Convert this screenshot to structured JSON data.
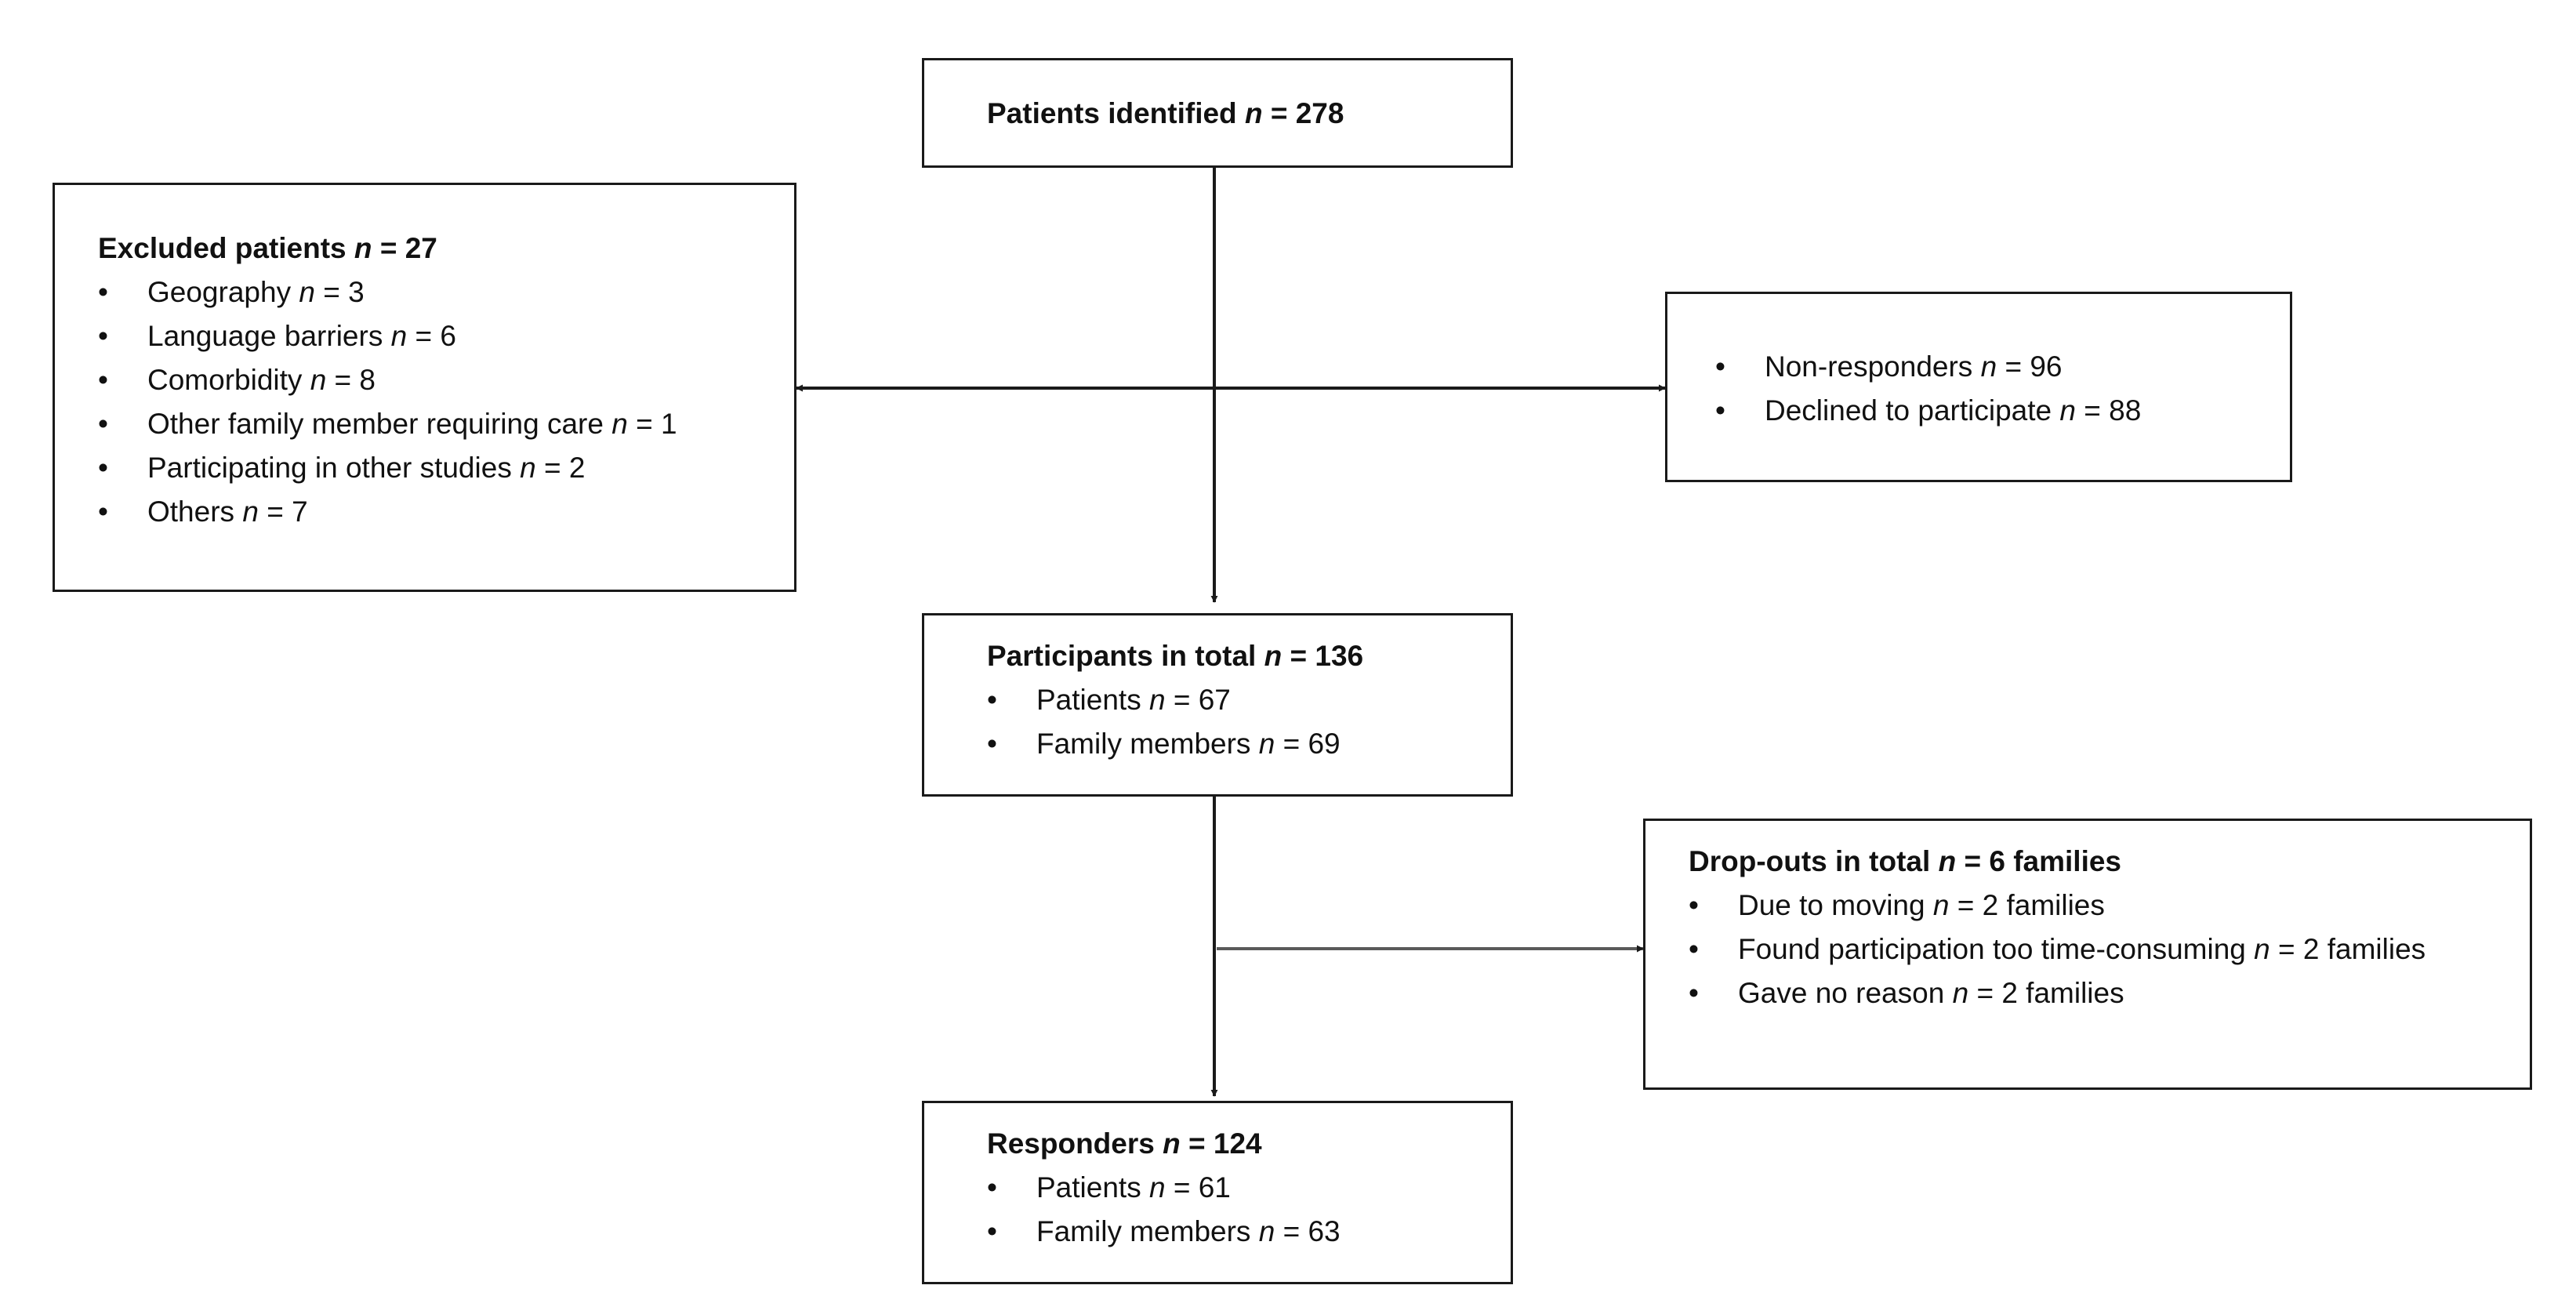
{
  "boxes": {
    "identified": {
      "label": "Patients identified",
      "n_label": "n",
      "value": "= 278"
    },
    "excluded": {
      "label": "Excluded  patients",
      "n_label": "n",
      "value": "= 27",
      "items": [
        {
          "label": "Geography",
          "n_label": "n",
          "value": "= 3"
        },
        {
          "label": "Language barriers",
          "n_label": "n",
          "value": "= 6"
        },
        {
          "label": "Comorbidity",
          "n_label": "n",
          "value": "= 8"
        },
        {
          "label": "Other family member requiring care",
          "n_label": "n",
          "value": "= 1"
        },
        {
          "label": "Participating in other studies",
          "n_label": "n",
          "value": "= 2"
        },
        {
          "label": "Others",
          "n_label": "n",
          "value": "= 7"
        }
      ]
    },
    "nonresponders": {
      "items": [
        {
          "label": "Non-responders",
          "n_label": "n",
          "value": "= 96"
        },
        {
          "label": "Declined to participate",
          "n_label": "n",
          "value": "= 88"
        }
      ]
    },
    "participants": {
      "label": "Participants  in total",
      "n_label": "n",
      "value": "= 136",
      "items": [
        {
          "label": "Patients",
          "n_label": "n",
          "value": "= 67"
        },
        {
          "label": "Family members",
          "n_label": "n",
          "value": "= 69"
        }
      ]
    },
    "dropouts": {
      "label": "Drop-outs in total",
      "n_label": "n",
      "value": "= 6 families",
      "items": [
        {
          "label": "Due to moving",
          "n_label": "n",
          "value": "= 2 families"
        },
        {
          "label": "Found participation too time-consuming",
          "n_label": "n",
          "value": "= 2 families"
        },
        {
          "label": "Gave no reason",
          "n_label": "n",
          "value": "= 2 families"
        }
      ]
    },
    "responders": {
      "label": "Responders",
      "n_label": "n",
      "value": "= 124",
      "items": [
        {
          "label": "Patients",
          "n_label": "n",
          "value": "= 61"
        },
        {
          "label": "Family members",
          "n_label": "n",
          "value": "= 63"
        }
      ]
    }
  }
}
